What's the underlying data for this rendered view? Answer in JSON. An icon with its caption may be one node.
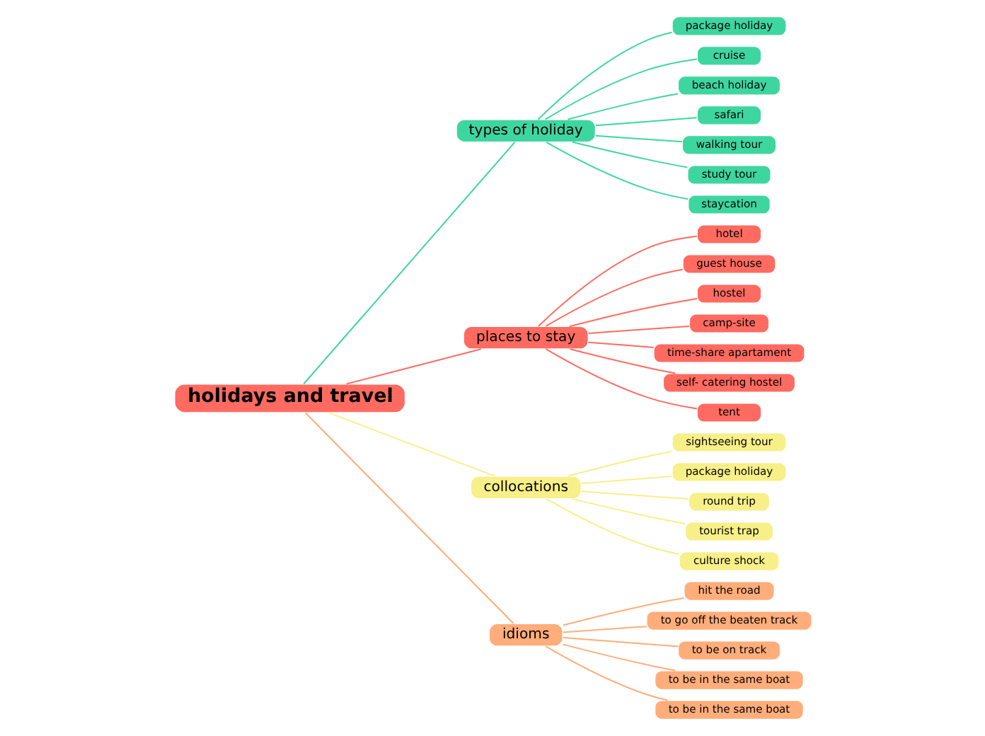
{
  "diagram": {
    "nodes": [
      {
        "text": [
          "holidays and travel"
        ]
      },
      {
        "text": [
          "types of holiday"
        ]
      },
      {
        "text": [
          "package holiday"
        ]
      },
      {
        "text": [
          "cruise"
        ]
      },
      {
        "text": [
          "beach holiday"
        ]
      },
      {
        "text": [
          "safari"
        ]
      },
      {
        "text": [
          "walking tour"
        ]
      },
      {
        "text": [
          "study tour"
        ]
      },
      {
        "text": [
          "staycation"
        ]
      },
      {
        "text": [
          "places to stay"
        ]
      },
      {
        "text": [
          "hotel"
        ]
      },
      {
        "text": [
          "guest house"
        ]
      },
      {
        "text": [
          "hostel"
        ]
      },
      {
        "text": [
          "camp-site"
        ]
      },
      {
        "text": [
          "time-share apartament"
        ]
      },
      {
        "text": [
          "self- catering hostel"
        ]
      },
      {
        "text": [
          "tent"
        ]
      },
      {
        "text": [
          "collocations"
        ]
      },
      {
        "text": [
          "sightseeing tour"
        ]
      },
      {
        "text": [
          "package holiday"
        ]
      },
      {
        "text": [
          "round trip"
        ]
      },
      {
        "text": [
          "tourist trap"
        ]
      },
      {
        "text": [
          "culture shock"
        ]
      },
      {
        "text": [
          "idioms"
        ]
      },
      {
        "text": [
          "hit the road"
        ]
      },
      {
        "text": [
          "to go off the beaten track"
        ]
      },
      {
        "text": [
          "to be on track"
        ]
      },
      {
        "text": [
          "to be in the same boat"
        ]
      },
      {
        "text": [
          "to be in the same boat"
        ]
      }
    ],
    "edges": [
      {
        "from": 0,
        "to": 1,
        "arrow": "none",
        "color": "#3ed6a0"
      },
      {
        "from": 1,
        "to": 2,
        "arrow": "none",
        "color": "#3ed6a0"
      },
      {
        "from": 1,
        "to": 3,
        "arrow": "none",
        "color": "#3ed6a0"
      },
      {
        "from": 1,
        "to": 4,
        "arrow": "none",
        "color": "#3ed6a0"
      },
      {
        "from": 1,
        "to": 5,
        "arrow": "none",
        "color": "#3ed6a0"
      },
      {
        "from": 1,
        "to": 6,
        "arrow": "none",
        "color": "#3ed6a0"
      },
      {
        "from": 1,
        "to": 7,
        "arrow": "none",
        "color": "#3ed6a0"
      },
      {
        "from": 1,
        "to": 8,
        "arrow": "none",
        "color": "#3ed6a0"
      },
      {
        "from": 0,
        "to": 9,
        "arrow": "none",
        "color": "#ff6b61"
      },
      {
        "from": 9,
        "to": 10,
        "arrow": "none",
        "color": "#ff6b61"
      },
      {
        "from": 9,
        "to": 11,
        "arrow": "none",
        "color": "#ff6b61"
      },
      {
        "from": 9,
        "to": 12,
        "arrow": "none",
        "color": "#ff6b61"
      },
      {
        "from": 9,
        "to": 13,
        "arrow": "none",
        "color": "#ff6b61"
      },
      {
        "from": 9,
        "to": 14,
        "arrow": "none",
        "color": "#ff6b61"
      },
      {
        "from": 9,
        "to": 15,
        "arrow": "none",
        "color": "#ff6b61"
      },
      {
        "from": 9,
        "to": 16,
        "arrow": "none",
        "color": "#ff6b61"
      },
      {
        "from": 0,
        "to": 17,
        "arrow": "none",
        "color": "#f7ef88"
      },
      {
        "from": 17,
        "to": 18,
        "arrow": "none",
        "color": "#f7ef88"
      },
      {
        "from": 17,
        "to": 19,
        "arrow": "none",
        "color": "#f7ef88"
      },
      {
        "from": 17,
        "to": 20,
        "arrow": "none",
        "color": "#f7ef88"
      },
      {
        "from": 17,
        "to": 21,
        "arrow": "none",
        "color": "#f7ef88"
      },
      {
        "from": 17,
        "to": 22,
        "arrow": "none",
        "color": "#f7ef88"
      },
      {
        "from": 0,
        "to": 23,
        "arrow": "none",
        "color": "#ffad7a"
      },
      {
        "from": 23,
        "to": 24,
        "arrow": "none",
        "color": "#ffad7a"
      },
      {
        "from": 23,
        "to": 25,
        "arrow": "none",
        "color": "#ffad7a"
      },
      {
        "from": 23,
        "to": 26,
        "arrow": "none",
        "color": "#ffad7a"
      },
      {
        "from": 23,
        "to": 27,
        "arrow": "none",
        "color": "#ffad7a"
      },
      {
        "from": 23,
        "to": 28,
        "arrow": "none",
        "color": "#ffad7a"
      }
    ]
  }
}
